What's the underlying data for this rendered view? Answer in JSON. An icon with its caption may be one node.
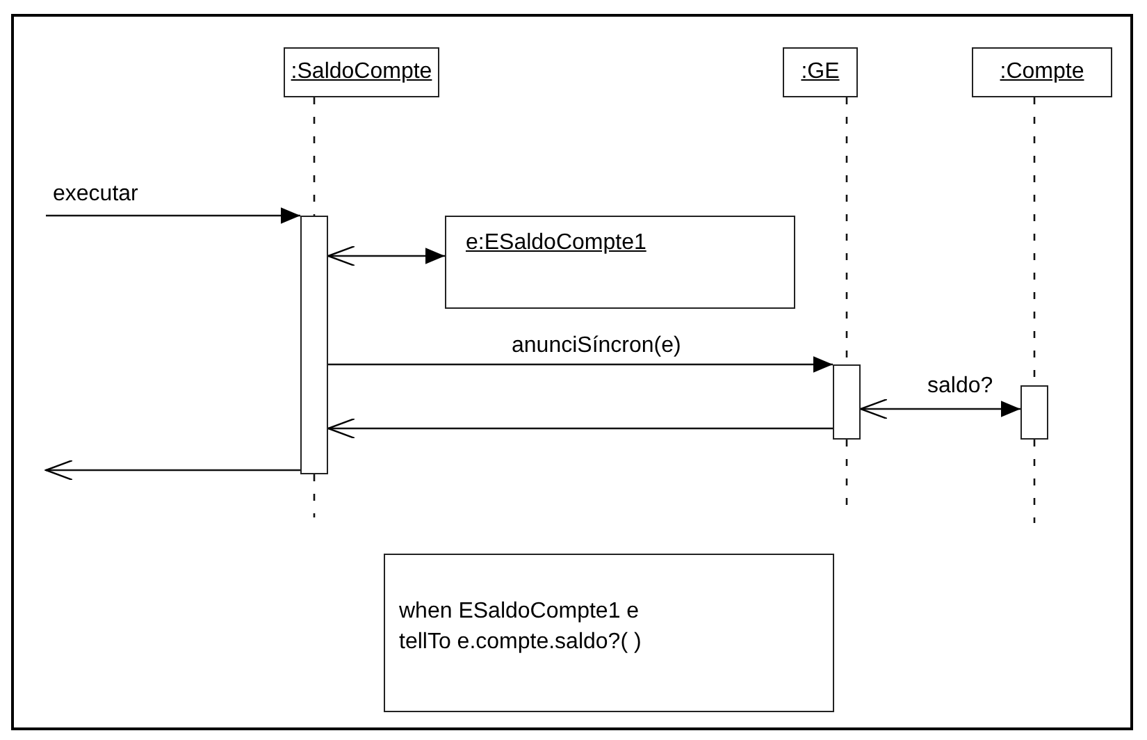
{
  "diagram": {
    "nodes": [
      {
        "text": [
          ":SaldoCompte"
        ]
      },
      {
        "text": [
          ":GE"
        ]
      },
      {
        "text": [
          ":Compte"
        ]
      },
      {
        "text": [],
        "shape": "bar"
      },
      {
        "text": [
          "e:ESaldoCompte1"
        ]
      },
      {
        "text": [],
        "shape": "bar"
      },
      {
        "text": [],
        "shape": "bar"
      },
      {
        "text": [
          "when ESaldoCompte1 e tellTo e.compte.saldo?( )"
        ]
      }
    ],
    "edges": [
      {
        "from": null,
        "to": 3,
        "arrow": "to",
        "label": "executar"
      },
      {
        "from": 3,
        "to": 4,
        "arrow": "both"
      },
      {
        "from": 3,
        "to": 5,
        "arrow": "to",
        "label": "anunciSíncron(e)"
      },
      {
        "from": 5,
        "to": 3,
        "arrow": "to"
      },
      {
        "from": 5,
        "to": 6,
        "arrow": "both",
        "label": "saldo?"
      },
      {
        "from": 3,
        "to": null,
        "arrow": "to"
      },
      {
        "from": 0,
        "to": 3,
        "arrow": "none",
        "style": "dashed"
      },
      {
        "from": 1,
        "to": 5,
        "arrow": "none",
        "style": "dashed"
      },
      {
        "from": 2,
        "to": 6,
        "arrow": "none",
        "style": "dashed"
      }
    ]
  }
}
